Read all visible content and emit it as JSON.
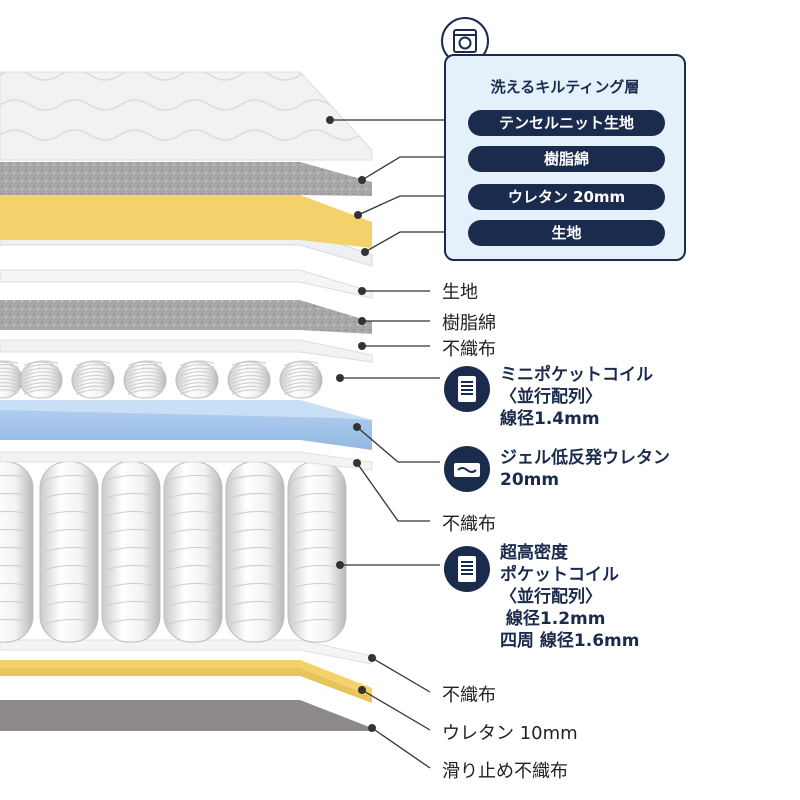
{
  "box": {
    "title": "洗えるキルティング層",
    "items": [
      "テンセルニット生地",
      "樹脂綿",
      "ウレタン 20mm",
      "生地"
    ]
  },
  "labels": {
    "fabric": "生地",
    "resin_cotton": "樹脂綿",
    "nonwoven_1": "不織布",
    "mini_pocket_coil": "ミニポケットコイル\n〈並行配列〉\n線径1.4mm",
    "gel_urethane": "ジェル低反発ウレタン\n20mm",
    "nonwoven_2": "不織布",
    "high_density_coil": "超高密度\nポケットコイル\n〈並行配列〉\n 線径1.2mm\n四周 線径1.6mm",
    "nonwoven_3": "不織布",
    "urethane_10mm": "ウレタン 10mm",
    "anti_slip": "滑り止め不織布"
  },
  "icons": [
    "washing-machine-icon",
    "mini-coil-icon",
    "gel-urethane-icon",
    "pocket-coil-icon"
  ],
  "colors": {
    "navy": "#1b2b4d",
    "box_bg": "#e4f1fb",
    "yellow": "#f3d26b",
    "blue": "#a9c9ec",
    "gray_foam": "#a6a6a6"
  }
}
